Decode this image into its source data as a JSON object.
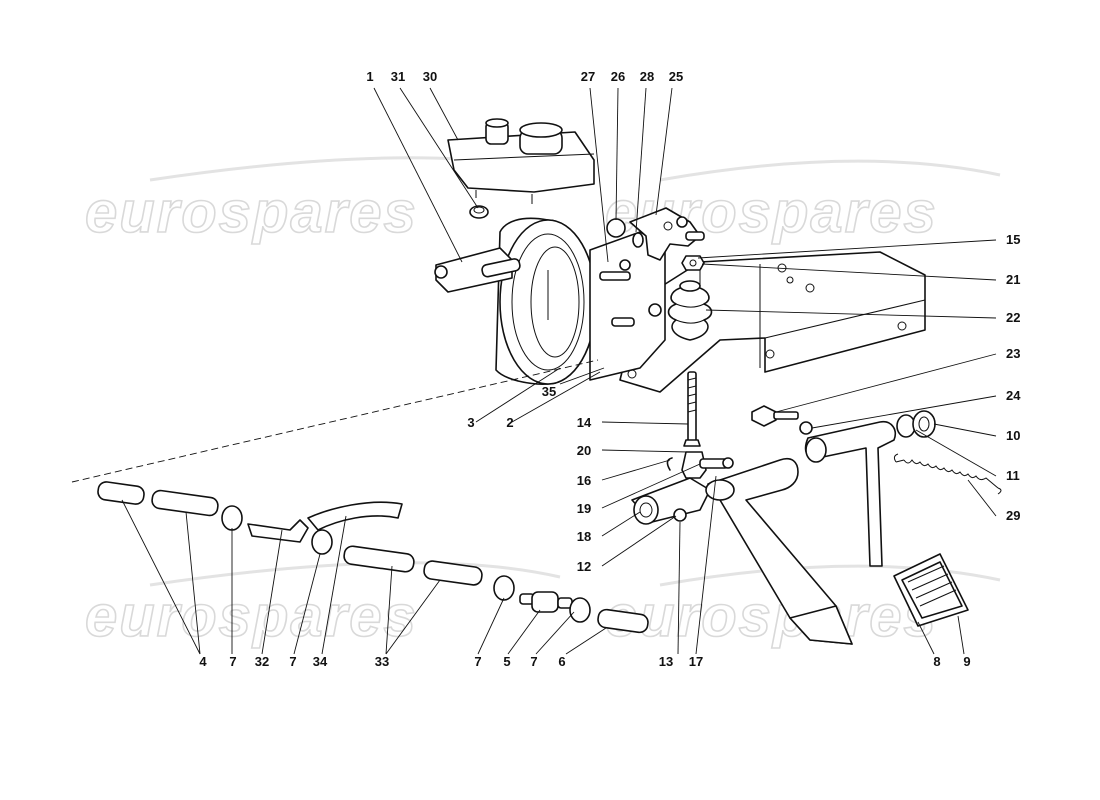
{
  "watermark": {
    "text": "eurospares",
    "color": "#d9d9d9"
  },
  "line_color": "#111111",
  "callouts": [
    {
      "id": "c1",
      "text": "1"
    },
    {
      "id": "c31",
      "text": "31"
    },
    {
      "id": "c30",
      "text": "30"
    },
    {
      "id": "c27",
      "text": "27"
    },
    {
      "id": "c26",
      "text": "26"
    },
    {
      "id": "c28",
      "text": "28"
    },
    {
      "id": "c25",
      "text": "25"
    },
    {
      "id": "c15",
      "text": "15"
    },
    {
      "id": "c21",
      "text": "21"
    },
    {
      "id": "c22",
      "text": "22"
    },
    {
      "id": "c23",
      "text": "23"
    },
    {
      "id": "c24",
      "text": "24"
    },
    {
      "id": "c10",
      "text": "10"
    },
    {
      "id": "c11",
      "text": "11"
    },
    {
      "id": "c29",
      "text": "29"
    },
    {
      "id": "c35",
      "text": "35"
    },
    {
      "id": "c3",
      "text": "3"
    },
    {
      "id": "c2",
      "text": "2"
    },
    {
      "id": "c14",
      "text": "14"
    },
    {
      "id": "c20",
      "text": "20"
    },
    {
      "id": "c16",
      "text": "16"
    },
    {
      "id": "c19",
      "text": "19"
    },
    {
      "id": "c18",
      "text": "18"
    },
    {
      "id": "c12",
      "text": "12"
    },
    {
      "id": "c13",
      "text": "13"
    },
    {
      "id": "c17",
      "text": "17"
    },
    {
      "id": "c4",
      "text": "4"
    },
    {
      "id": "c7a",
      "text": "7"
    },
    {
      "id": "c32",
      "text": "32"
    },
    {
      "id": "c7b",
      "text": "7"
    },
    {
      "id": "c34",
      "text": "34"
    },
    {
      "id": "c33",
      "text": "33"
    },
    {
      "id": "c7c",
      "text": "7"
    },
    {
      "id": "c5",
      "text": "5"
    },
    {
      "id": "c7d",
      "text": "7"
    },
    {
      "id": "c6",
      "text": "6"
    },
    {
      "id": "c8",
      "text": "8"
    },
    {
      "id": "c9",
      "text": "9"
    }
  ]
}
